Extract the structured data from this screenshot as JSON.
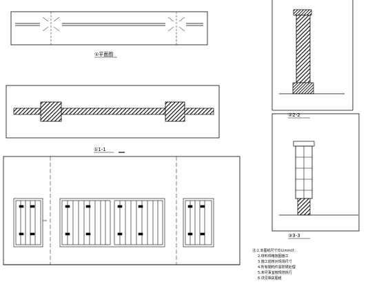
{
  "drawing": {
    "plan_view_label": "①平面图",
    "section_1_label": "①1-1",
    "section_2_label": "②2-2",
    "section_3_label": "③3-3",
    "notes": [
      "注:1.本图纸尺寸均以mm计,",
      "2.材料规格按图施工",
      "3.施工前核对现场尺寸",
      "4.所有钢构件需防锈处理",
      "5.未尽事宜按规范执行",
      "6.详见相关图纸"
    ],
    "hatch_color": "#000000",
    "line_color": "#000000"
  }
}
